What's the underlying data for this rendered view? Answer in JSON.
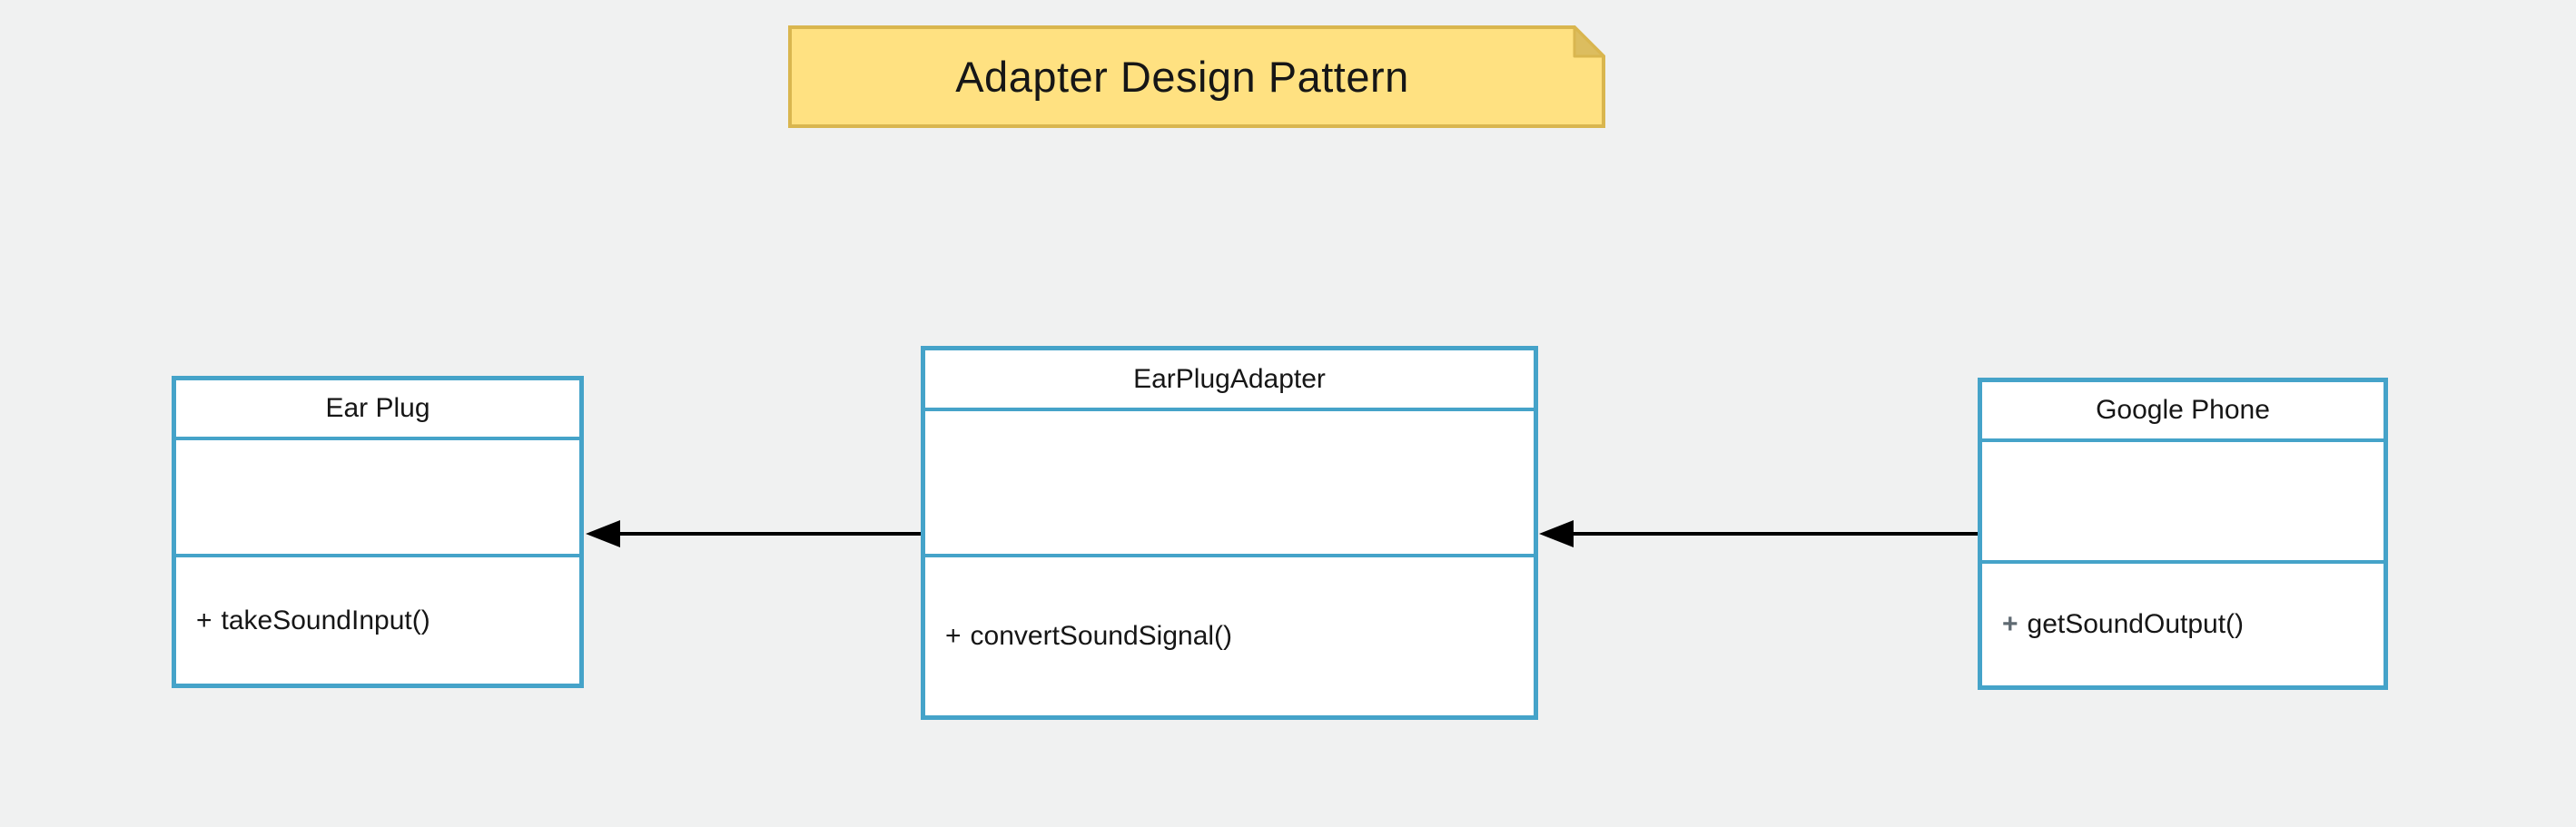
{
  "theme": {
    "canvas_background": "#f0f1f1",
    "class_border_color": "#45a3c9",
    "class_fill_color": "#ffffff",
    "note_fill_color": "#ffe181",
    "note_border_color": "#d9b64f",
    "note_fold_color": "#dcbd5f",
    "text_color": "#161616",
    "connector_color": "#000000",
    "muted_plus_color": "#5f6a72"
  },
  "diagram": {
    "title_note": {
      "label": "Adapter Design Pattern"
    },
    "classes": [
      {
        "name": "Ear Plug",
        "methods": [
          {
            "visibility": "+",
            "signature": "takeSoundInput()"
          }
        ]
      },
      {
        "name": "EarPlugAdapter",
        "methods": [
          {
            "visibility": "+",
            "signature": "convertSoundSignal()"
          }
        ]
      },
      {
        "name": "Google Phone",
        "methods": [
          {
            "visibility": "+",
            "signature": "getSoundOutput()"
          }
        ]
      }
    ],
    "connectors": [
      {
        "from": "EarPlugAdapter",
        "to": "Ear Plug",
        "type": "solid-line-filled-arrow",
        "direction": "left"
      },
      {
        "from": "Google Phone",
        "to": "EarPlugAdapter",
        "type": "solid-line-filled-arrow",
        "direction": "left"
      }
    ]
  }
}
